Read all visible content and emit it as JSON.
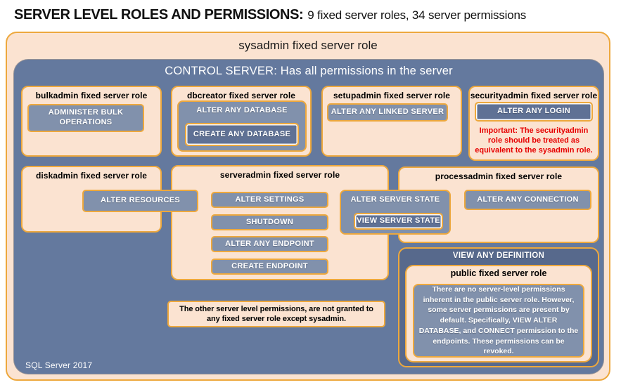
{
  "page": {
    "title_bold": "SERVER LEVEL ROLES AND PERMISSIONS:",
    "title_regular": "9 fixed server roles, 34 server permissions",
    "footer": "SQL Server 2017"
  },
  "sysadmin_box": {
    "title": "sysadmin fixed server role",
    "control_server": {
      "title": "CONTROL SERVER: Has all permissions in the server"
    }
  },
  "roles": {
    "bulkadmin": {
      "title": "bulkadmin fixed server role",
      "permission": "ADMINISTER BULK OPERATIONS"
    },
    "dbcreator": {
      "title": "dbcreator fixed server role",
      "parent_permission": "ALTER ANY DATABASE",
      "child_permission": "CREATE ANY DATABASE"
    },
    "setupadmin": {
      "title": "setupadmin fixed server role",
      "permission": "ALTER ANY LINKED SERVER"
    },
    "securityadmin": {
      "title": "securityadmin fixed server role",
      "permission": "ALTER ANY LOGIN",
      "warning": "Important: The securityadmin role should be treated as equivalent to the sysadmin role."
    },
    "diskadmin": {
      "title": "diskadmin fixed server role",
      "permission": "ALTER RESOURCES"
    },
    "serveradmin": {
      "title": "serveradmin fixed server role",
      "permissions": [
        "ALTER SETTINGS",
        "SHUTDOWN",
        "ALTER ANY ENDPOINT",
        "CREATE ENDPOINT"
      ]
    },
    "processadmin": {
      "title": "processadmin fixed server role",
      "permission": "ALTER ANY CONNECTION"
    },
    "public": {
      "title": "public fixed server role",
      "description": "There are no server-level permissions inherent in the public server role. However, some server permissions are present by default. Specifically, VIEW ALTER DATABASE, and CONNECT permission to the endpoints. These permissions can be revoked."
    }
  },
  "shared": {
    "alter_server_state": "ALTER SERVER STATE",
    "view_server_state": "VIEW SERVER STATE",
    "view_any_definition": "VIEW ANY DEFINITION"
  },
  "footnote": "The other server level permissions, are not granted to any fixed server role except sysadmin.",
  "colors": {
    "gold_border": "#EDA83D",
    "peach_fill": "#FBE3D1",
    "control_blue": "#64799E",
    "permission_fill": "#8191AC",
    "permission_nested_fill": "#5F7195",
    "dark_panel_fill": "#57698C",
    "warning_red": "#E60000"
  }
}
